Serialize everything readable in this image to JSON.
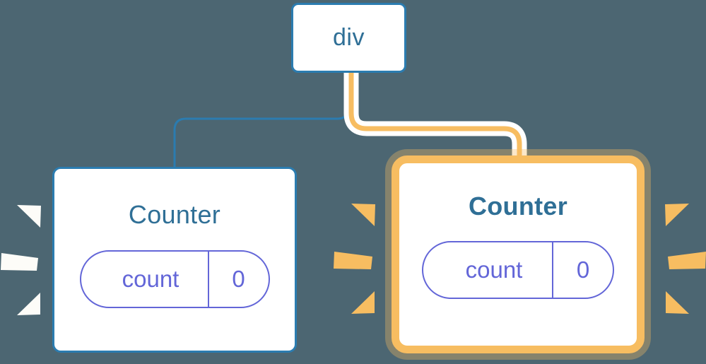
{
  "diagram": {
    "title": "React component tree re-render highlight",
    "background_color": "#4c6672",
    "colors": {
      "node_border_blue": "#2b7cb0",
      "node_title_blue": "#2f6f96",
      "highlight_orange": "#f7bd61",
      "highlight_glow": "rgba(247,189,97,0.34)",
      "pill_indigo": "#6366d8",
      "wire_blue": "#2b7cb0",
      "wire_orange": "#f7bd61",
      "wire_casing_white": "#ffffff",
      "ray_white": "#fdfcf8",
      "ray_orange": "#f7bd61",
      "node_fill": "#ffffff"
    }
  },
  "root": {
    "label": "div"
  },
  "children": [
    {
      "label": "Counter",
      "highlighted": false,
      "title_weight": "normal",
      "state": {
        "key": "count",
        "value": "0"
      },
      "rays": {
        "color": "#fdfcf8",
        "count": 3,
        "side": "left"
      }
    },
    {
      "label": "Counter",
      "highlighted": true,
      "title_weight": "bold",
      "state": {
        "key": "count",
        "value": "0"
      },
      "rays": {
        "color": "#f7bd61",
        "count": 6,
        "side": "both"
      }
    }
  ],
  "edges": [
    {
      "from": "div",
      "to": "Counter (left)",
      "style": "thin-blue",
      "highlighted": false
    },
    {
      "from": "div",
      "to": "Counter (right)",
      "style": "thick-orange-with-white-casing",
      "highlighted": true
    }
  ]
}
